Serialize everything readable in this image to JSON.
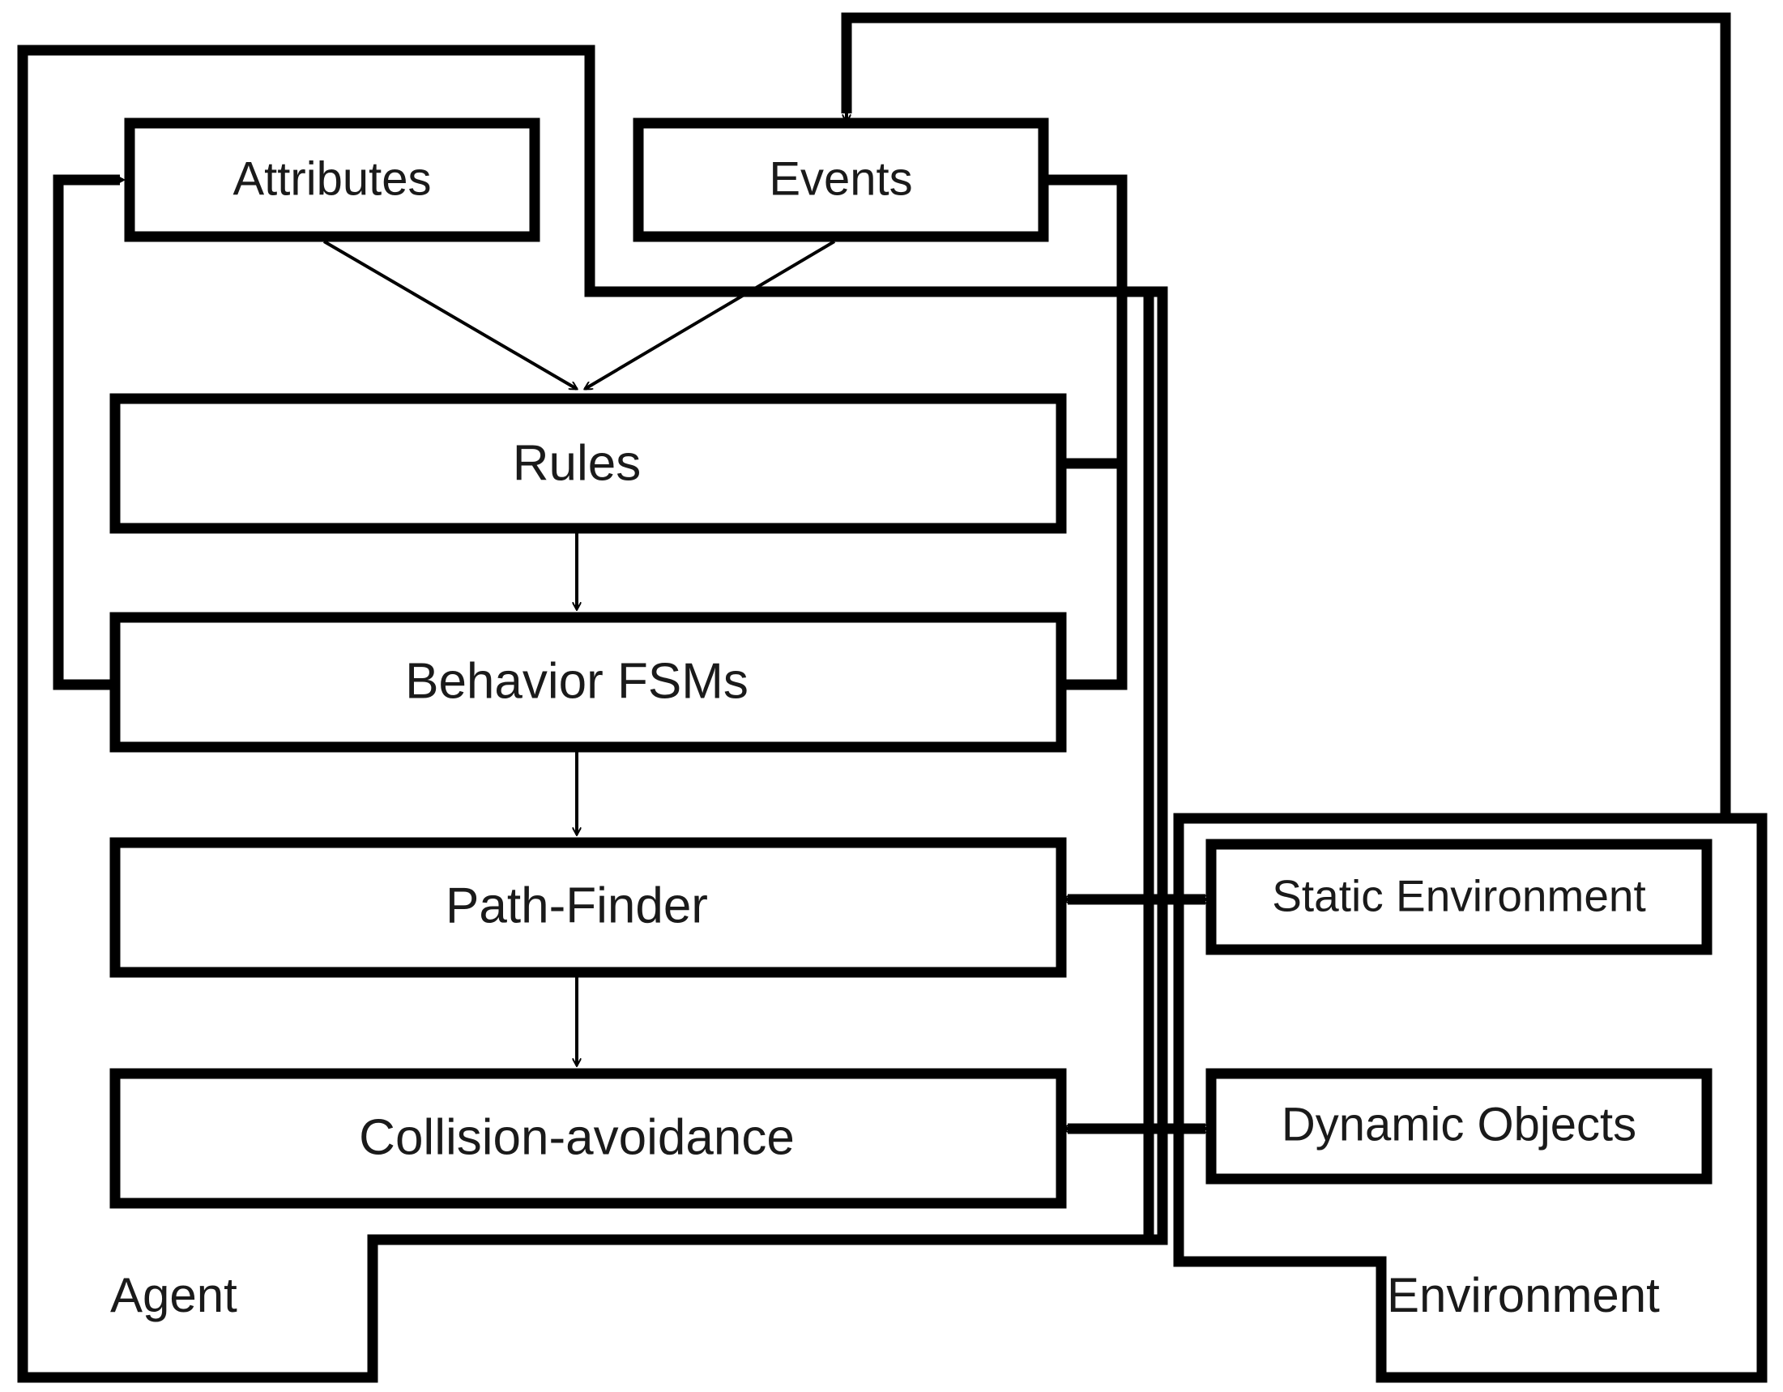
{
  "diagram": {
    "title": "Agent and Environment architecture block diagram",
    "stroke_color": "#000000",
    "fill_color": "#ffffff",
    "text_color": "#1a1a1a",
    "containers": [
      {
        "id": "agent",
        "label": "Agent"
      },
      {
        "id": "environment",
        "label": "Environment"
      }
    ],
    "nodes": [
      {
        "id": "attributes",
        "label": "Attributes",
        "group": "agent"
      },
      {
        "id": "events",
        "label": "Events",
        "group": "agent"
      },
      {
        "id": "rules",
        "label": "Rules",
        "group": "agent"
      },
      {
        "id": "behavior_fsms",
        "label": "Behavior FSMs",
        "group": "agent"
      },
      {
        "id": "path_finder",
        "label": "Path-Finder",
        "group": "agent"
      },
      {
        "id": "collision_avoidance",
        "label": "Collision-avoidance",
        "group": "agent"
      },
      {
        "id": "static_environment",
        "label": "Static Environment",
        "group": "environment"
      },
      {
        "id": "dynamic_objects",
        "label": "Dynamic Objects",
        "group": "environment"
      }
    ],
    "edges": [
      {
        "from": "attributes",
        "to": "rules",
        "type": "diagonal-arrow"
      },
      {
        "from": "events",
        "to": "rules",
        "type": "diagonal-arrow"
      },
      {
        "from": "rules",
        "to": "behavior_fsms",
        "type": "straight-arrow"
      },
      {
        "from": "behavior_fsms",
        "to": "path_finder",
        "type": "straight-arrow"
      },
      {
        "from": "path_finder",
        "to": "collision_avoidance",
        "type": "straight-arrow"
      },
      {
        "from": "behavior_fsms",
        "to": "attributes",
        "type": "routed-arrow-left"
      },
      {
        "from": "rules",
        "to": "events",
        "type": "routed-arrow-right"
      },
      {
        "from": "environment",
        "to": "events",
        "type": "routed-arrow-top"
      },
      {
        "from": "path_finder",
        "to": "static_environment",
        "type": "bidirectional"
      },
      {
        "from": "collision_avoidance",
        "to": "dynamic_objects",
        "type": "bidirectional"
      }
    ]
  }
}
